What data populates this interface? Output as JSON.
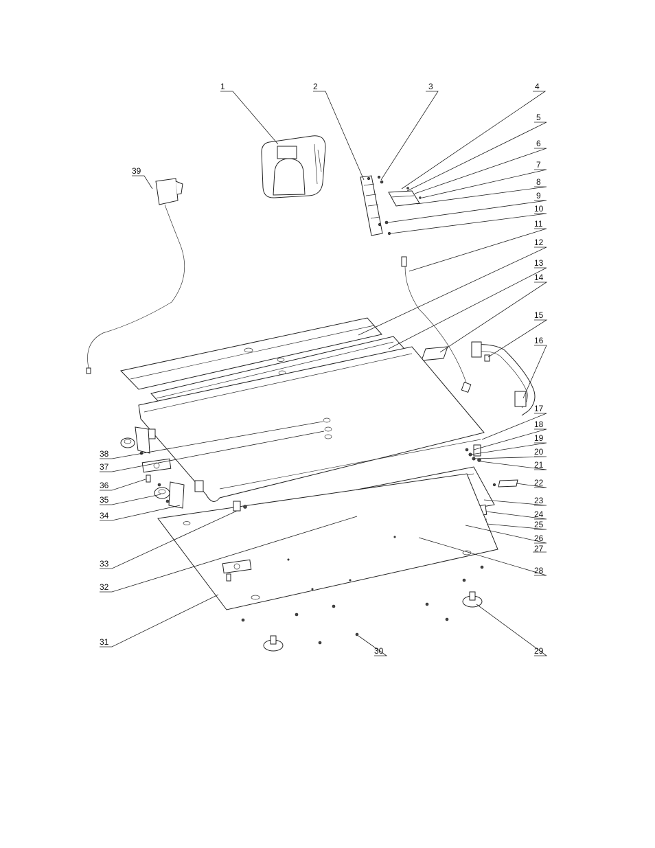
{
  "callouts": [
    "1",
    "2",
    "3",
    "4",
    "5",
    "6",
    "7",
    "8",
    "9",
    "10",
    "11",
    "12",
    "13",
    "14",
    "15",
    "16",
    "17",
    "18",
    "19",
    "20",
    "21",
    "22",
    "23",
    "24",
    "25",
    "26",
    "27",
    "28",
    "29",
    "30",
    "31",
    "32",
    "33",
    "34",
    "35",
    "36",
    "37",
    "38",
    "39"
  ]
}
